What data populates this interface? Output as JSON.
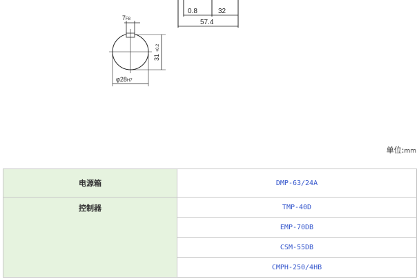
{
  "drawing": {
    "dim_0_8": "0.8",
    "dim_32": "32",
    "dim_57_4": "57.4",
    "keyway_width": "7",
    "keyway_tol": "F8",
    "height_value": "31",
    "height_tol_upper": "+0.2",
    "height_tol_lower": "0",
    "diameter_value": "φ28",
    "diameter_tol": "H7"
  },
  "unit_note": {
    "label": "单位:",
    "value": "mm"
  },
  "table": {
    "rows": [
      {
        "label": "电源箱",
        "values": [
          "DMP-63/24A"
        ]
      },
      {
        "label": "控制器",
        "values": [
          "TMP-40D",
          "EMP-70DB",
          "CSM-55DB",
          "CMPH-250/4HB"
        ]
      }
    ]
  },
  "colors": {
    "label_bg": "#e6f3df",
    "value_text": "#3355cc",
    "border": "#c8c8c8"
  }
}
